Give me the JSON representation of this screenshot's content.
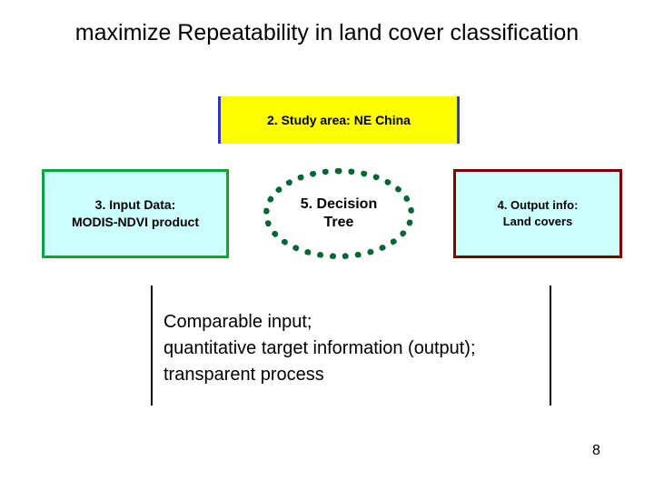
{
  "slide": {
    "title": "maximize Repeatability in land cover classification",
    "page_number": "8",
    "nodes": {
      "study_area": {
        "label": "2. Study area: NE China",
        "fill": "#ffff00",
        "border": "#3333cc"
      },
      "input_data": {
        "line1": "3.    Input Data:",
        "line2": "MODIS-NDVI product",
        "fill": "#ccffff",
        "border": "#00a933"
      },
      "decision_tree": {
        "line1": "5. Decision",
        "line2": "Tree",
        "border": "#006633"
      },
      "output_info": {
        "line1": "4.   Output info:",
        "line2": "Land covers",
        "fill": "#ccffff",
        "border": "#800000"
      },
      "summary": {
        "line1": "Comparable input;",
        "line2": "quantitative target information (output);",
        "line3": "transparent process",
        "border": "#000000"
      }
    }
  }
}
